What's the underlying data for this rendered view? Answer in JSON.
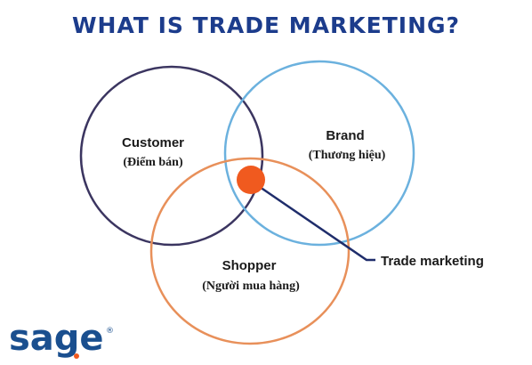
{
  "title": "WHAT IS TRADE MARKETING?",
  "circles": {
    "customer": {
      "label": "Customer",
      "sublabel": "(Điểm bán)",
      "color": "#3b3560"
    },
    "brand": {
      "label": "Brand",
      "sublabel": "(Thương hiệu)",
      "color": "#6bb1de"
    },
    "shopper": {
      "label": "Shopper",
      "sublabel": "(Người mua hàng)",
      "color": "#e8905a"
    }
  },
  "intersection": {
    "color": "#f05a1f"
  },
  "callout": {
    "label": "Trade marketing",
    "line_color": "#1f2d6b"
  },
  "logo": {
    "text": "sage",
    "mark": "®",
    "color": "#1a4f8f",
    "accent_color": "#f05a1f"
  }
}
